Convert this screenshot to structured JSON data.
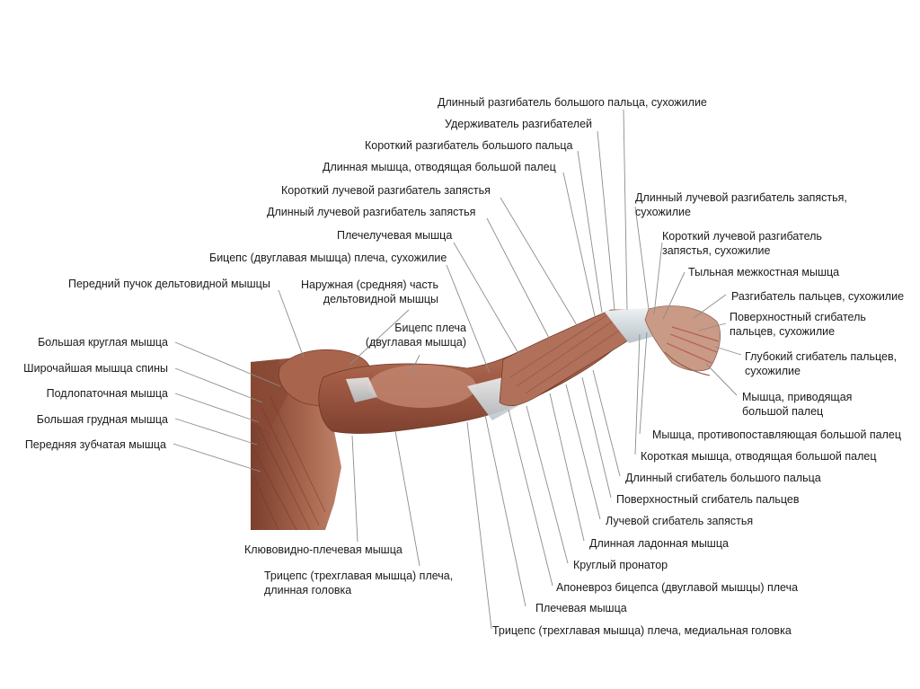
{
  "colors": {
    "background": "#ffffff",
    "text": "#1a1a1a",
    "leader": "#8c8c8c",
    "muscle_dark": "#8a4a36",
    "muscle_mid": "#b87a62",
    "muscle_light": "#d9a892",
    "tendon": "#dfe6ea"
  },
  "labels": {
    "ext_pollicis_longus": [
      "Длинный разгибатель большого пальца, сухожилие"
    ],
    "ext_retinaculum": [
      "Удерживатель разгибателей"
    ],
    "ext_pollicis_brevis": [
      "Короткий разгибатель большого пальца"
    ],
    "abd_pollicis_longus": [
      "Длинная мышца, отводящая большой палец"
    ],
    "ecrb": [
      "Короткий лучевой разгибатель запястья"
    ],
    "ecrl": [
      "Длинный лучевой разгибатель запястья"
    ],
    "brachioradialis": [
      "Плечелучевая мышца"
    ],
    "biceps_tendon": [
      "Бицепс (двуглавая мышца) плеча, сухожилие"
    ],
    "ant_deltoid": [
      "Передний пучок дельтовидной мышцы"
    ],
    "lat_deltoid": [
      "Наружная (средняя) часть",
      "дельтовидной мышцы"
    ],
    "biceps": [
      "Бицепс плеча",
      "(двуглавая мышца)"
    ],
    "teres_major": [
      "Большая круглая мышца"
    ],
    "latissimus": [
      "Широчайшая мышца спины"
    ],
    "subscapularis": [
      "Подлопаточная мышца"
    ],
    "pec_major": [
      "Большая грудная мышца"
    ],
    "serratus": [
      "Передняя зубчатая мышца"
    ],
    "coracobrachialis": [
      "Клювовидно-плечевая мышца"
    ],
    "triceps_long": [
      "Трицепс (трехглавая мышца) плеча,",
      "длинная головка"
    ],
    "ecrl_tendon": [
      "Длинный лучевой разгибатель запястья,",
      "сухожилие"
    ],
    "ecrb_tendon": [
      "Короткий лучевой разгибатель",
      "запястья, сухожилие"
    ],
    "dorsal_interosseous": [
      "Тыльная межкостная мышца"
    ],
    "ext_digitorum": [
      "Разгибатель пальцев, сухожилие"
    ],
    "fds_tendon": [
      "Поверхностный сгибатель",
      "пальцев, сухожилие"
    ],
    "fdp_tendon": [
      "Глубокий сгибатель пальцев,",
      "сухожилие"
    ],
    "add_pollicis": [
      "Мышца, приводящая",
      "большой палец"
    ],
    "opponens_pollicis": [
      "Мышца, противопоставляющая большой палец"
    ],
    "abd_pollicis_brevis": [
      "Короткая мышца, отводящая большой палец"
    ],
    "flex_pollicis_longus": [
      "Длинный сгибатель большого пальца"
    ],
    "fds": [
      "Поверхностный сгибатель пальцев"
    ],
    "fcr": [
      "Лучевой сгибатель запястья"
    ],
    "palmaris_longus": [
      "Длинная ладонная мышца"
    ],
    "pronator_teres": [
      "Круглый пронатор"
    ],
    "bicipital_aponeurosis": [
      "Апоневроз бицепса (двуглавой мышцы) плеча"
    ],
    "brachialis": [
      "Плечевая мышца"
    ],
    "triceps_medial": [
      "Трицепс (трехглавая мышца) плеча, медиальная головка"
    ]
  }
}
